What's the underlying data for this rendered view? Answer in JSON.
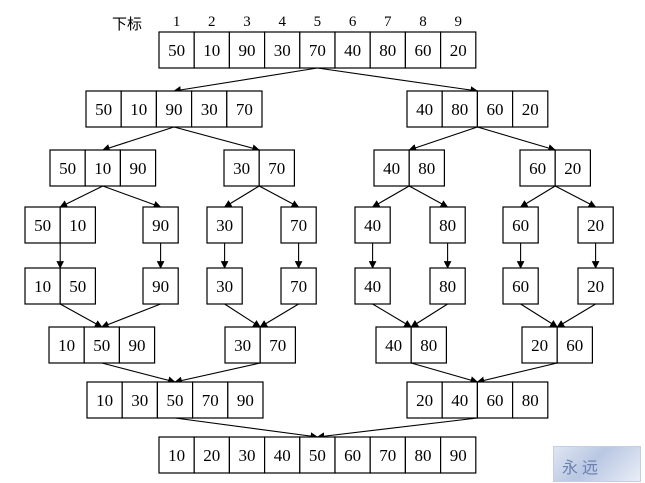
{
  "index_caption": "下标",
  "indices": [
    "1",
    "2",
    "3",
    "4",
    "5",
    "6",
    "7",
    "8",
    "9"
  ],
  "levels": {
    "l0": [
      [
        "50",
        "10",
        "90",
        "30",
        "70",
        "40",
        "80",
        "60",
        "20"
      ]
    ],
    "l1": [
      [
        "50",
        "10",
        "90",
        "30",
        "70"
      ],
      [
        "40",
        "80",
        "60",
        "20"
      ]
    ],
    "l2": [
      [
        "50",
        "10",
        "90"
      ],
      [
        "30",
        "70"
      ],
      [
        "40",
        "80"
      ],
      [
        "60",
        "20"
      ]
    ],
    "l3": [
      [
        "50",
        "10"
      ],
      [
        "90"
      ],
      [
        "30"
      ],
      [
        "70"
      ],
      [
        "40"
      ],
      [
        "80"
      ],
      [
        "60"
      ],
      [
        "20"
      ]
    ],
    "l4": [
      [
        "10",
        "50"
      ],
      [
        "90"
      ],
      [
        "30"
      ],
      [
        "70"
      ],
      [
        "40"
      ],
      [
        "80"
      ],
      [
        "60"
      ],
      [
        "20"
      ]
    ],
    "l5": [
      [
        "10",
        "50",
        "90"
      ],
      [
        "30",
        "70"
      ],
      [
        "40",
        "80"
      ],
      [
        "20",
        "60"
      ]
    ],
    "l6": [
      [
        "10",
        "30",
        "50",
        "70",
        "90"
      ],
      [
        "20",
        "40",
        "60",
        "80"
      ]
    ],
    "l7": [
      [
        "10",
        "20",
        "30",
        "40",
        "50",
        "60",
        "70",
        "80",
        "90"
      ]
    ]
  },
  "colors": {
    "stroke": "#000000",
    "background": "#ffffff"
  }
}
